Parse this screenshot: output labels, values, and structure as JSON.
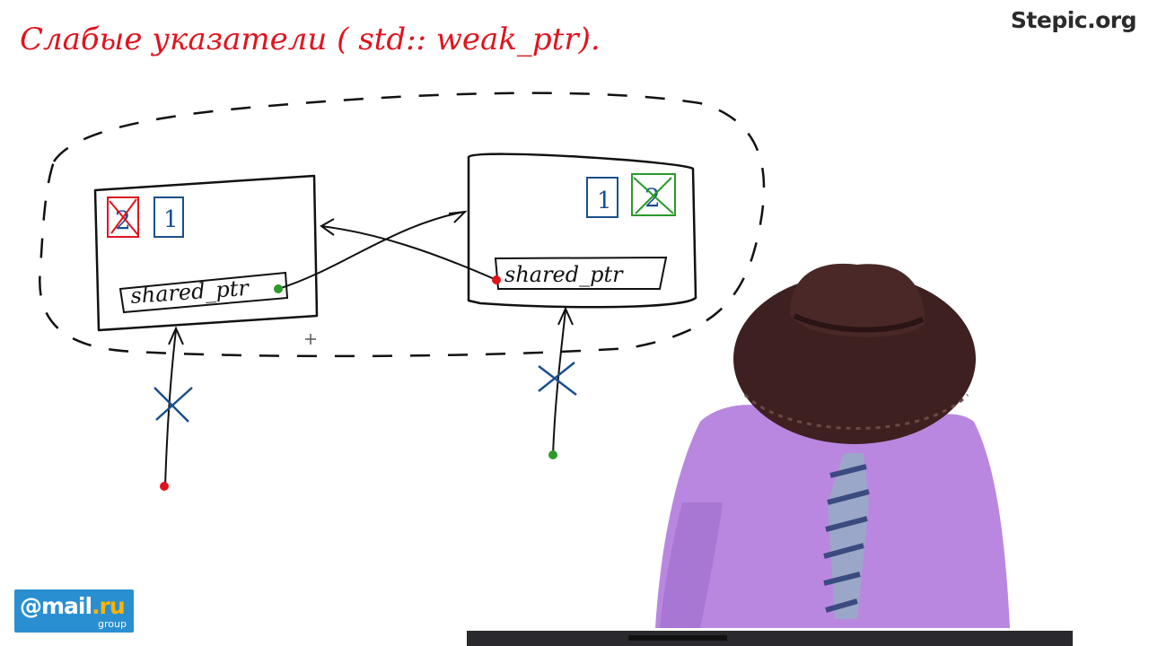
{
  "heading": "Слабые указатели ( std:: weak_ptr).",
  "brand": "Stepic.org",
  "left_box": {
    "label": "shared_ptr",
    "count_crossed": "2",
    "count": "1"
  },
  "right_box": {
    "label": "shared_ptr",
    "count": "1",
    "count_crossed": "2"
  },
  "logo": {
    "prefix": "@mail",
    "accent": ".ru",
    "sub": "group"
  },
  "colors": {
    "red": "#e0141e",
    "blue": "#1a4f8c",
    "green": "#2a9a2a",
    "ink": "#111111",
    "logo_bg": "#2a8fd0"
  }
}
